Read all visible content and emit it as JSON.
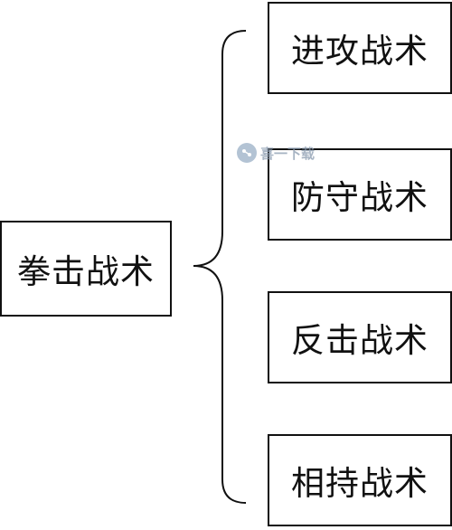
{
  "diagram": {
    "root": "拳击战术",
    "children": [
      {
        "label": "进攻战术"
      },
      {
        "label": "防守战术"
      },
      {
        "label": "反击战术"
      },
      {
        "label": "相持战术"
      }
    ]
  },
  "watermark": {
    "text": "喜一下载",
    "icon": "watermark-logo-icon"
  },
  "colors": {
    "stroke": "#111111",
    "background": "#ffffff",
    "watermark": "#8a9bb0"
  }
}
